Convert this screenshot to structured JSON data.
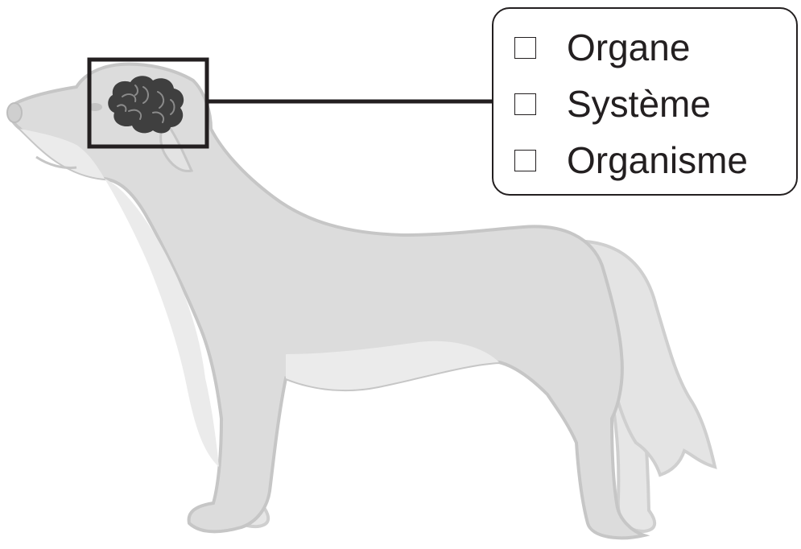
{
  "options": [
    {
      "label": "Organe",
      "checked": false
    },
    {
      "label": "Système",
      "checked": false
    },
    {
      "label": "Organisme",
      "checked": false
    }
  ],
  "icons": [
    "dog-silhouette-icon",
    "brain-icon"
  ],
  "colors": {
    "dog_fill": "#dddddd",
    "dog_light": "#ececec",
    "dog_outline": "#c9c9c9",
    "brain": "#3f3f3f",
    "line": "#231f20"
  }
}
